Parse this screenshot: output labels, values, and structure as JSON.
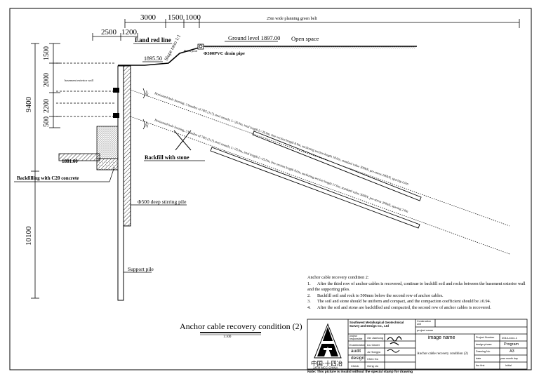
{
  "dims": {
    "d3000": "3000",
    "d1500a": "1500",
    "d1000": "1000",
    "d2500": "2500",
    "d1200": "1200",
    "d1500b": "1500",
    "d2000": "2000",
    "d2200": "2200",
    "d500": "500",
    "d9400": "9400",
    "d10100": "10100"
  },
  "labels": {
    "green_belt": "25m wide planning green belt",
    "land_red_line": "Land red line",
    "slope_ratio": "Slope ratio 1:1",
    "ground_level": "Ground level 1897.00",
    "open_space": "Open space",
    "level_1895": "1895.50",
    "drain_pipe": "Φ300PVC drain pipe",
    "brick_pool": "Brick pool",
    "basement_wall": "basement exterior wall",
    "backfill_stone": "Backfill with stone",
    "level_1881": "1881.60",
    "backfill_c20": "Backfilling with C20 concrete",
    "stirring_pile": "Φ500 deep stirring pile",
    "support_pile": "Support pile",
    "angle1": "20°",
    "angle2": "20°",
    "anchor_upper": "Horizontal hole forming, 3 bundles of 7Φ5 (1x7) steel strands, L=26.0m, total length L=26.0m, free section length 8.0m, anchoring section length 18.0m, standard value 300kN, pre-stress 200kN, spacing 2.0m",
    "anchor_lower": "Horizontal hole forming, 3 bundles of 7Φ5 (1x7) steel strands, L=25.0m, total length L=25.0m, free section length 8.0m, anchoring section length 17.0m, standard value 300kN, pre-stress 200kN, spacing 2.0m"
  },
  "drawing_title": "Anchor cable recovery condition (2)",
  "scale": "1:100",
  "notes": {
    "heading": "Anchor cable recovery condition 2:",
    "items": [
      {
        "num": "1.",
        "text": "After the third row of anchor cables is recovered, continue to backfill soil and rocks between the basement exterior wall and the supporting piles."
      },
      {
        "num": "2.",
        "text": "Backfill soil and rock to 500mm below the second row of anchor cables."
      },
      {
        "num": "3.",
        "text": "The soil and stone should be uniform and compact, and the compaction coefficient should be ≥0.94."
      },
      {
        "num": "4.",
        "text": "After the soil and stone are backfilled and compacted, the second row of anchor cables is recovered."
      }
    ]
  },
  "title_block": {
    "institute": "Southwest Metallurgical Geotechnical Survey and Design Co., Ltd",
    "construction_unit_label": "Construction unit",
    "project_name_label": "project name",
    "image_name_label": "image name",
    "project_responsible_label": "project responsible",
    "project_responsible_name": "Xie Jianhong",
    "examination_label": "Examination",
    "examination_name": "Liu Gewei",
    "audit_label": "audit",
    "audit_name": "Ju Hongyu",
    "design_label": "design",
    "design_name": "Chen Go",
    "check_label": "Check",
    "check_name": "Geng Liu",
    "drawing_name": "Anchor cable recovery condition (2)",
    "project_number_label": "Project Number",
    "project_number": "2014-xxxx-1",
    "design_phase_label": "design phase",
    "design_phase": "Program",
    "drawing_no_label": "Drawing No.",
    "drawing_no": "A3",
    "date_label": "date",
    "date_value": "year month day",
    "edition_label": "the first",
    "edition_value": "Initial",
    "logo_text": "中国·十四冶",
    "logo_sub": "14TH MCC·CHINA"
  },
  "footer_note": "Note: This picture is invalid without the special stamp for drawing"
}
